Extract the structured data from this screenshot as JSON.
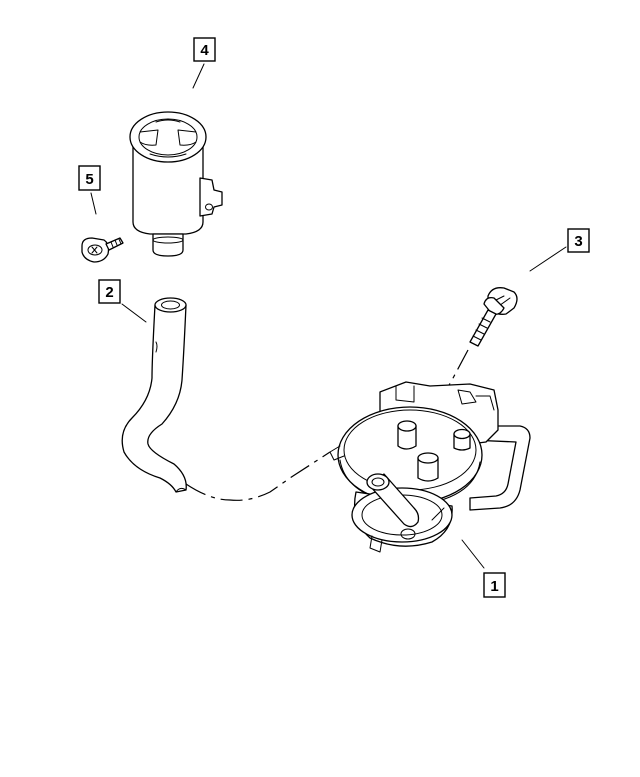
{
  "callouts": [
    {
      "id": "1",
      "label": "1",
      "part": "valve-assembly"
    },
    {
      "id": "2",
      "label": "2",
      "part": "hose"
    },
    {
      "id": "3",
      "label": "3",
      "part": "bolt"
    },
    {
      "id": "4",
      "label": "4",
      "part": "reservoir"
    },
    {
      "id": "5",
      "label": "5",
      "part": "screw"
    }
  ]
}
